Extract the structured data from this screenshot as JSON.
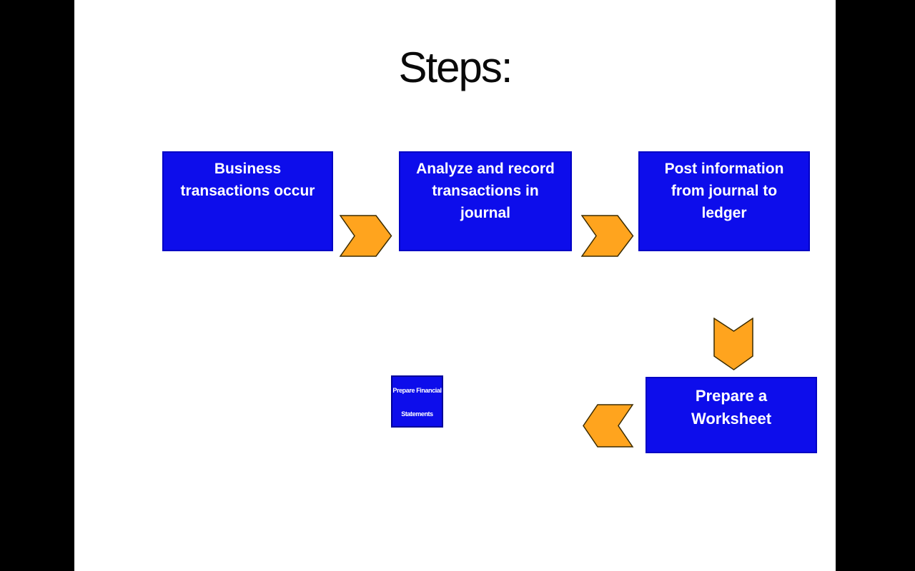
{
  "colors": {
    "letterbox": "#000000",
    "slide-bg": "#ffffff",
    "title-color": "#0a0a0a",
    "box-fill": "#0d0deb",
    "box-border": "#0202c4",
    "box-text": "#ffffff",
    "arrow-fill": "#ffa41e",
    "arrow-stroke": "#3b2b00"
  },
  "slide": {
    "title": "Steps:",
    "steps": [
      {
        "id": "business-transactions",
        "lines": [
          "Business",
          "transactions occur"
        ]
      },
      {
        "id": "analyze-record",
        "lines": [
          "Analyze and record",
          "transactions in",
          "journal"
        ]
      },
      {
        "id": "post-information",
        "lines": [
          "Post information",
          "from journal to",
          "ledger"
        ]
      },
      {
        "id": "prepare-worksheet",
        "lines": [
          "Prepare a",
          "Worksheet"
        ]
      },
      {
        "id": "prepare-financial-statements",
        "lines": [
          "Prepare Financial",
          "Statements"
        ]
      }
    ],
    "arrows": [
      {
        "id": "chevron-right-1",
        "direction": "right"
      },
      {
        "id": "chevron-right-2",
        "direction": "right"
      },
      {
        "id": "chevron-down",
        "direction": "down"
      },
      {
        "id": "chevron-left",
        "direction": "left"
      }
    ]
  }
}
